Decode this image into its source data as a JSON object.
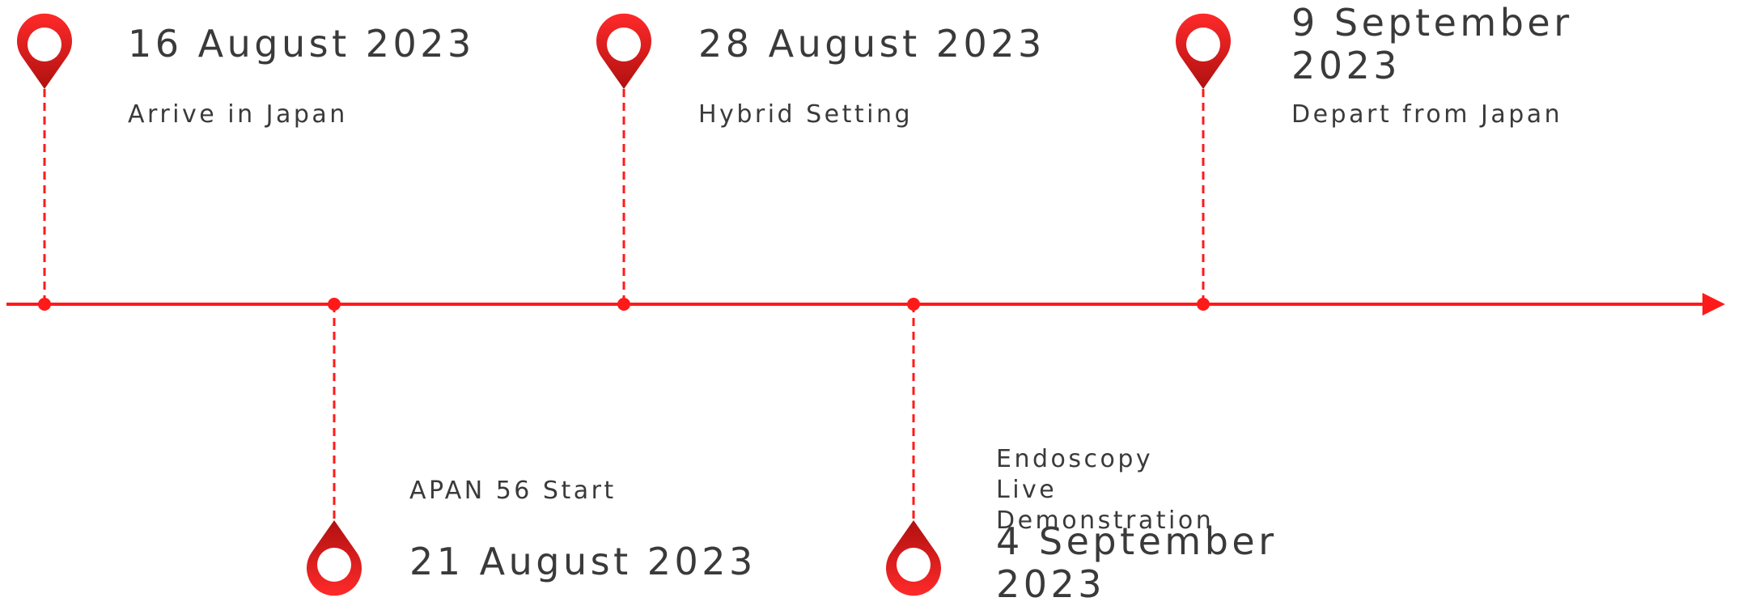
{
  "colors": {
    "line": "#ff1a1a",
    "pin_light": "#ff2a2a",
    "pin_dark": "#b01010",
    "text": "#3a3a3a"
  },
  "events": [
    {
      "date": "16 August 2023",
      "description": "Arrive in Japan",
      "pin_icon": "map-pin-icon",
      "side": "top"
    },
    {
      "date": "21 August 2023",
      "description": "APAN 56 Start",
      "pin_icon": "map-pin-icon",
      "side": "bottom"
    },
    {
      "date": "28 August 2023",
      "description": "Hybrid Setting",
      "pin_icon": "map-pin-icon",
      "side": "top"
    },
    {
      "date": "4 September 2023",
      "description": "Endoscopy Live Demonstration",
      "pin_icon": "map-pin-icon",
      "side": "bottom"
    },
    {
      "date": "9 September 2023",
      "description": "Depart from Japan",
      "pin_icon": "map-pin-icon",
      "side": "top"
    }
  ]
}
